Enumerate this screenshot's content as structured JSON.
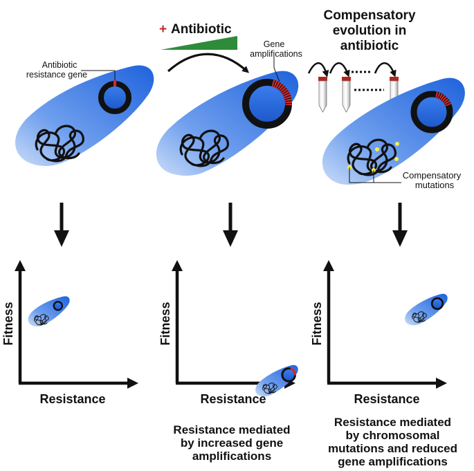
{
  "header": {
    "plus": "+",
    "antibiotic": "Antibiotic",
    "comp_line1": "Compensatory",
    "comp_line2": "evolution in",
    "comp_line3": "antibiotic"
  },
  "labels": {
    "resistance_gene_1": "Antibiotic",
    "resistance_gene_2": "resistance gene",
    "gene_amp_1": "Gene",
    "gene_amp_2": "amplifications",
    "comp_mut_1": "Compensatory",
    "comp_mut_2": "mutations"
  },
  "plots": [
    {
      "ylabel": "Fitness",
      "xlabel": "Resistance"
    },
    {
      "ylabel": "Fitness",
      "xlabel": "Resistance"
    },
    {
      "ylabel": "Fitness",
      "xlabel": "Resistance"
    }
  ],
  "captions": {
    "middle": [
      "Resistance mediated",
      "by increased gene",
      "amplifications"
    ],
    "right": [
      "Resistance mediated",
      "by chromosomal",
      "mutations and reduced",
      "gene amplifications"
    ]
  },
  "colors": {
    "cell_blue": "#2f6fe0",
    "plus_red": "#c0282a",
    "gene_red": "#d6282a",
    "wedge_green": "#2e8b3a",
    "mutation_yellow": "#f3ef4a"
  }
}
